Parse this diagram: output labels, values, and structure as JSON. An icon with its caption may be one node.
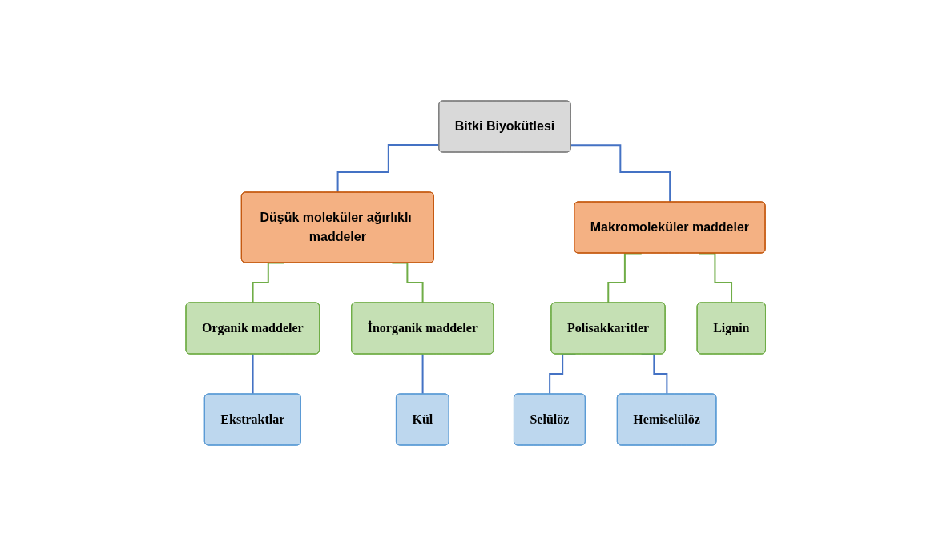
{
  "diagram": {
    "nodes": [
      {
        "text": [
          "Bitki Biyokütlesi"
        ]
      },
      {
        "text": [
          "Düşük moleküler ağırlıklı maddeler"
        ]
      },
      {
        "text": [
          "Makromoleküler maddeler"
        ]
      },
      {
        "text": [
          "Organik maddeler"
        ]
      },
      {
        "text": [
          "İnorganik maddeler"
        ]
      },
      {
        "text": [
          "Polisakkaritler"
        ]
      },
      {
        "text": [
          "Lignin"
        ]
      },
      {
        "text": [
          "Ekstraktlar"
        ]
      },
      {
        "text": [
          "Kül"
        ]
      },
      {
        "text": [
          "Selülöz"
        ]
      },
      {
        "text": [
          "Hemiselülöz"
        ]
      }
    ],
    "edges": [
      {
        "from": 0,
        "to": 1,
        "arrow": "none"
      },
      {
        "from": 0,
        "to": 2,
        "arrow": "none"
      },
      {
        "from": 1,
        "to": 3,
        "arrow": "none",
        "color": "#70ad47"
      },
      {
        "from": 1,
        "to": 4,
        "arrow": "none",
        "color": "#70ad47"
      },
      {
        "from": 2,
        "to": 5,
        "arrow": "none",
        "color": "#70ad47"
      },
      {
        "from": 2,
        "to": 6,
        "arrow": "none",
        "color": "#70ad47"
      },
      {
        "from": 3,
        "to": 7,
        "arrow": "none"
      },
      {
        "from": 4,
        "to": 8,
        "arrow": "none"
      },
      {
        "from": 5,
        "to": 9,
        "arrow": "none"
      },
      {
        "from": 5,
        "to": 10,
        "arrow": "none"
      }
    ]
  }
}
